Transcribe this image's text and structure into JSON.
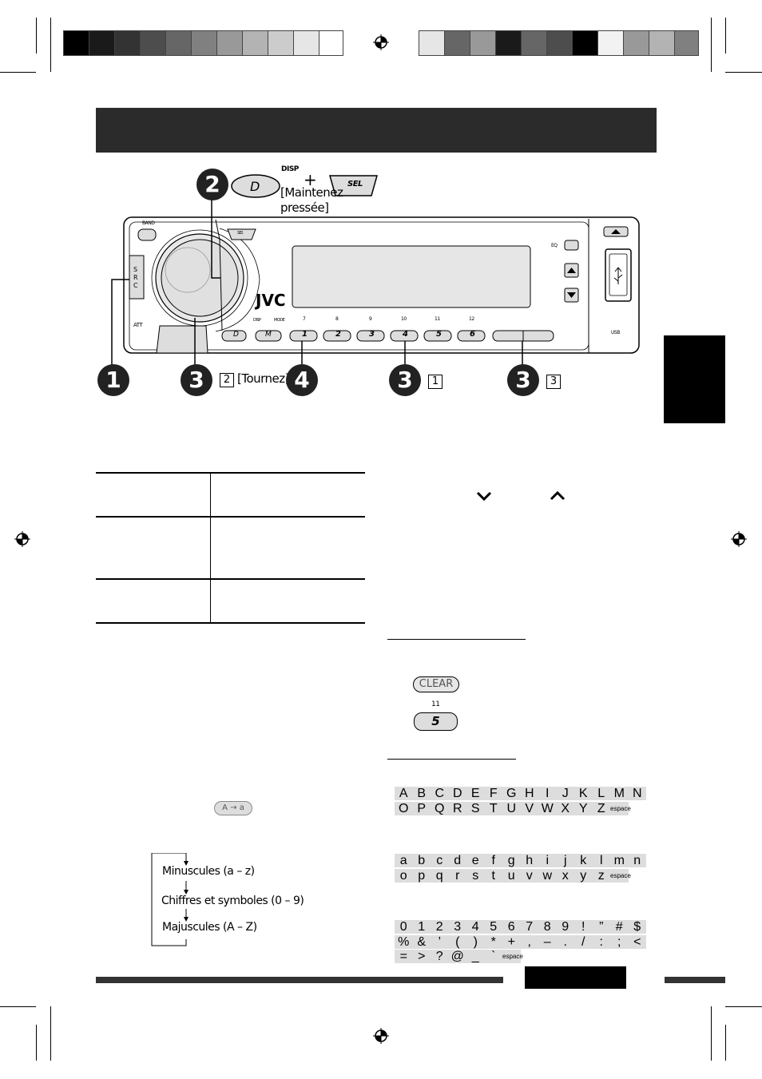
{
  "diagram": {
    "plus": "+",
    "hold_text_1": "[Maintenez",
    "hold_text_2": "pressée]",
    "turn_text": "[Tournez]",
    "disp": "DISP",
    "btn_d": "D",
    "btn_sel": "SEL",
    "btn_m": "M",
    "band": "BAND",
    "src": [
      "S",
      "R",
      "C"
    ],
    "att": "ATT",
    "eq": "EQ",
    "usb": "USB",
    "brand": "JVC",
    "disp_small": "DISP",
    "mode": "MODE",
    "presets_top": [
      "7",
      "8",
      "9",
      "10",
      "11",
      "12"
    ],
    "presets": [
      "1",
      "2",
      "3",
      "4",
      "5",
      "6"
    ],
    "steps": [
      "1",
      "3",
      "4",
      "3",
      "3",
      "2"
    ],
    "box_nums": [
      "2",
      "1",
      "3"
    ]
  },
  "right": {
    "clear_btn": "CLEAR",
    "preset_num": "11",
    "preset_btn": "5",
    "chars_upper_1": [
      "A",
      "B",
      "C",
      "D",
      "E",
      "F",
      "G",
      "H",
      "I",
      "J",
      "K",
      "L",
      "M",
      "N"
    ],
    "chars_upper_2": [
      "O",
      "P",
      "Q",
      "R",
      "S",
      "T",
      "U",
      "V",
      "W",
      "X",
      "Y",
      "Z",
      "espace"
    ],
    "chars_lower_1": [
      "a",
      "b",
      "c",
      "d",
      "e",
      "f",
      "g",
      "h",
      "i",
      "j",
      "k",
      "l",
      "m",
      "n"
    ],
    "chars_lower_2": [
      "o",
      "p",
      "q",
      "r",
      "s",
      "t",
      "u",
      "v",
      "w",
      "x",
      "y",
      "z",
      "espace"
    ],
    "chars_num_1": [
      "0",
      "1",
      "2",
      "3",
      "4",
      "5",
      "6",
      "7",
      "8",
      "9",
      "!",
      "”",
      "#",
      "$"
    ],
    "chars_num_2": [
      "%",
      "&",
      "’",
      "(",
      ")",
      "*",
      "+",
      ",",
      "–",
      ".",
      "/",
      ":",
      ";",
      "<"
    ],
    "chars_num_3": [
      "=",
      ">",
      "?",
      "@",
      "_",
      "`",
      "espace"
    ]
  },
  "left": {
    "atoa_btn": "A → a",
    "cycle_1": "Minuscules (a – z)",
    "cycle_2": "Chiffres et symboles (0 – 9)",
    "cycle_3": "Majuscules (A – Z)"
  }
}
